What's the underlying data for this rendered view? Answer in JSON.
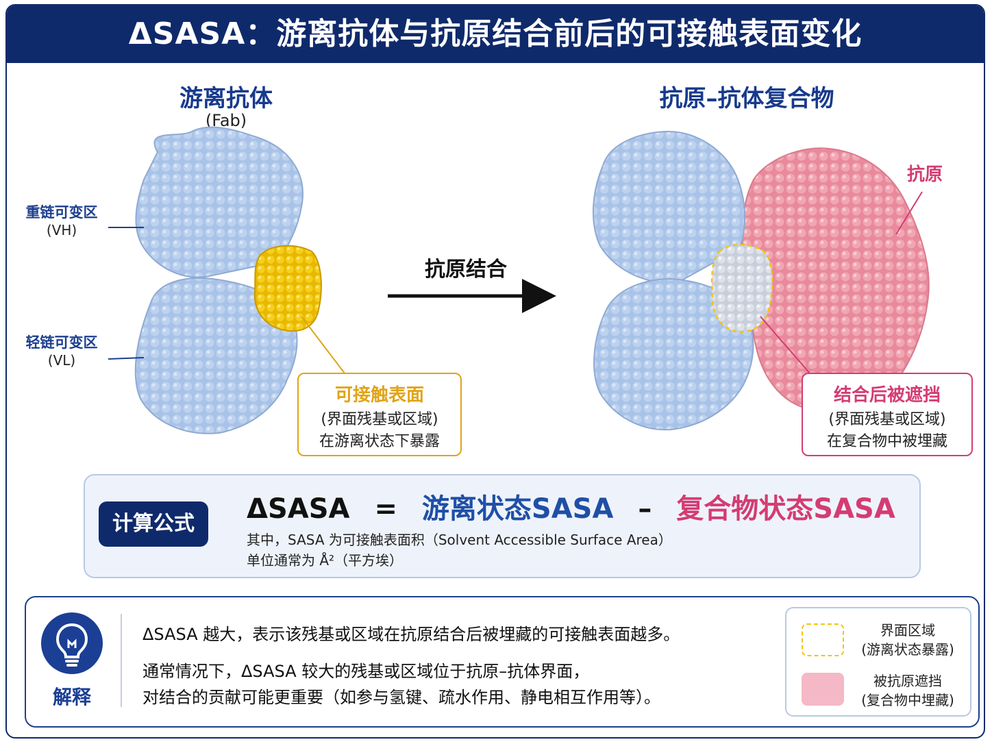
{
  "title": "ΔSASA：游离抗体与抗原结合前后的可接触表面变化",
  "left": {
    "heading": "游离抗体",
    "subheading": "(Fab)",
    "vh_label": "重链可变区",
    "vh_sub": "(VH)",
    "vl_label": "轻链可变区",
    "vl_sub": "(VL)",
    "callout_title": "可接触表面",
    "callout_line1": "(界面残基或区域)",
    "callout_line2": "在游离状态下暴露"
  },
  "arrow_label": "抗原结合",
  "right": {
    "heading": "抗原–抗体复合物",
    "antigen_label": "抗原",
    "callout_title": "结合后被遮挡",
    "callout_line1": "(界面残基或区域)",
    "callout_line2": "在复合物中被埋藏"
  },
  "formula": {
    "tag": "计算公式",
    "lhs": "ΔSASA",
    "eq": "=",
    "term1": "游离状态SASA",
    "minus": "–",
    "term2": "复合物状态SASA",
    "note1": "其中，SASA 为可接触表面积（Solvent Accessible Surface Area）",
    "note2": "单位通常为 Å²（平方埃）"
  },
  "explain": {
    "label": "解释",
    "line1": "ΔSASA 越大，表示该残基或区域在抗原结合后被埋藏的可接触表面越多。",
    "line2": "通常情况下，ΔSASA 较大的残基或区域位于抗原–抗体界面，",
    "line3": "对结合的贡献可能更重要（如参与氢键、疏水作用、静电相互作用等）。",
    "legend": {
      "item1_line1": "界面区域",
      "item1_line2": "(游离状态暴露)",
      "item2_line1": "被抗原遮挡",
      "item2_line2": "(复合物中埋藏)"
    }
  },
  "colors": {
    "navy": "#0f2a6b",
    "antibody_blue": "#a9c3e8",
    "antigen_pink": "#ec8f9f",
    "interface_yellow": "#f2c40f",
    "callout_gold": "#e0a416",
    "callout_pink": "#d43c72",
    "formula_blue": "#1f4fa6",
    "formula_pink": "#d43c72"
  }
}
